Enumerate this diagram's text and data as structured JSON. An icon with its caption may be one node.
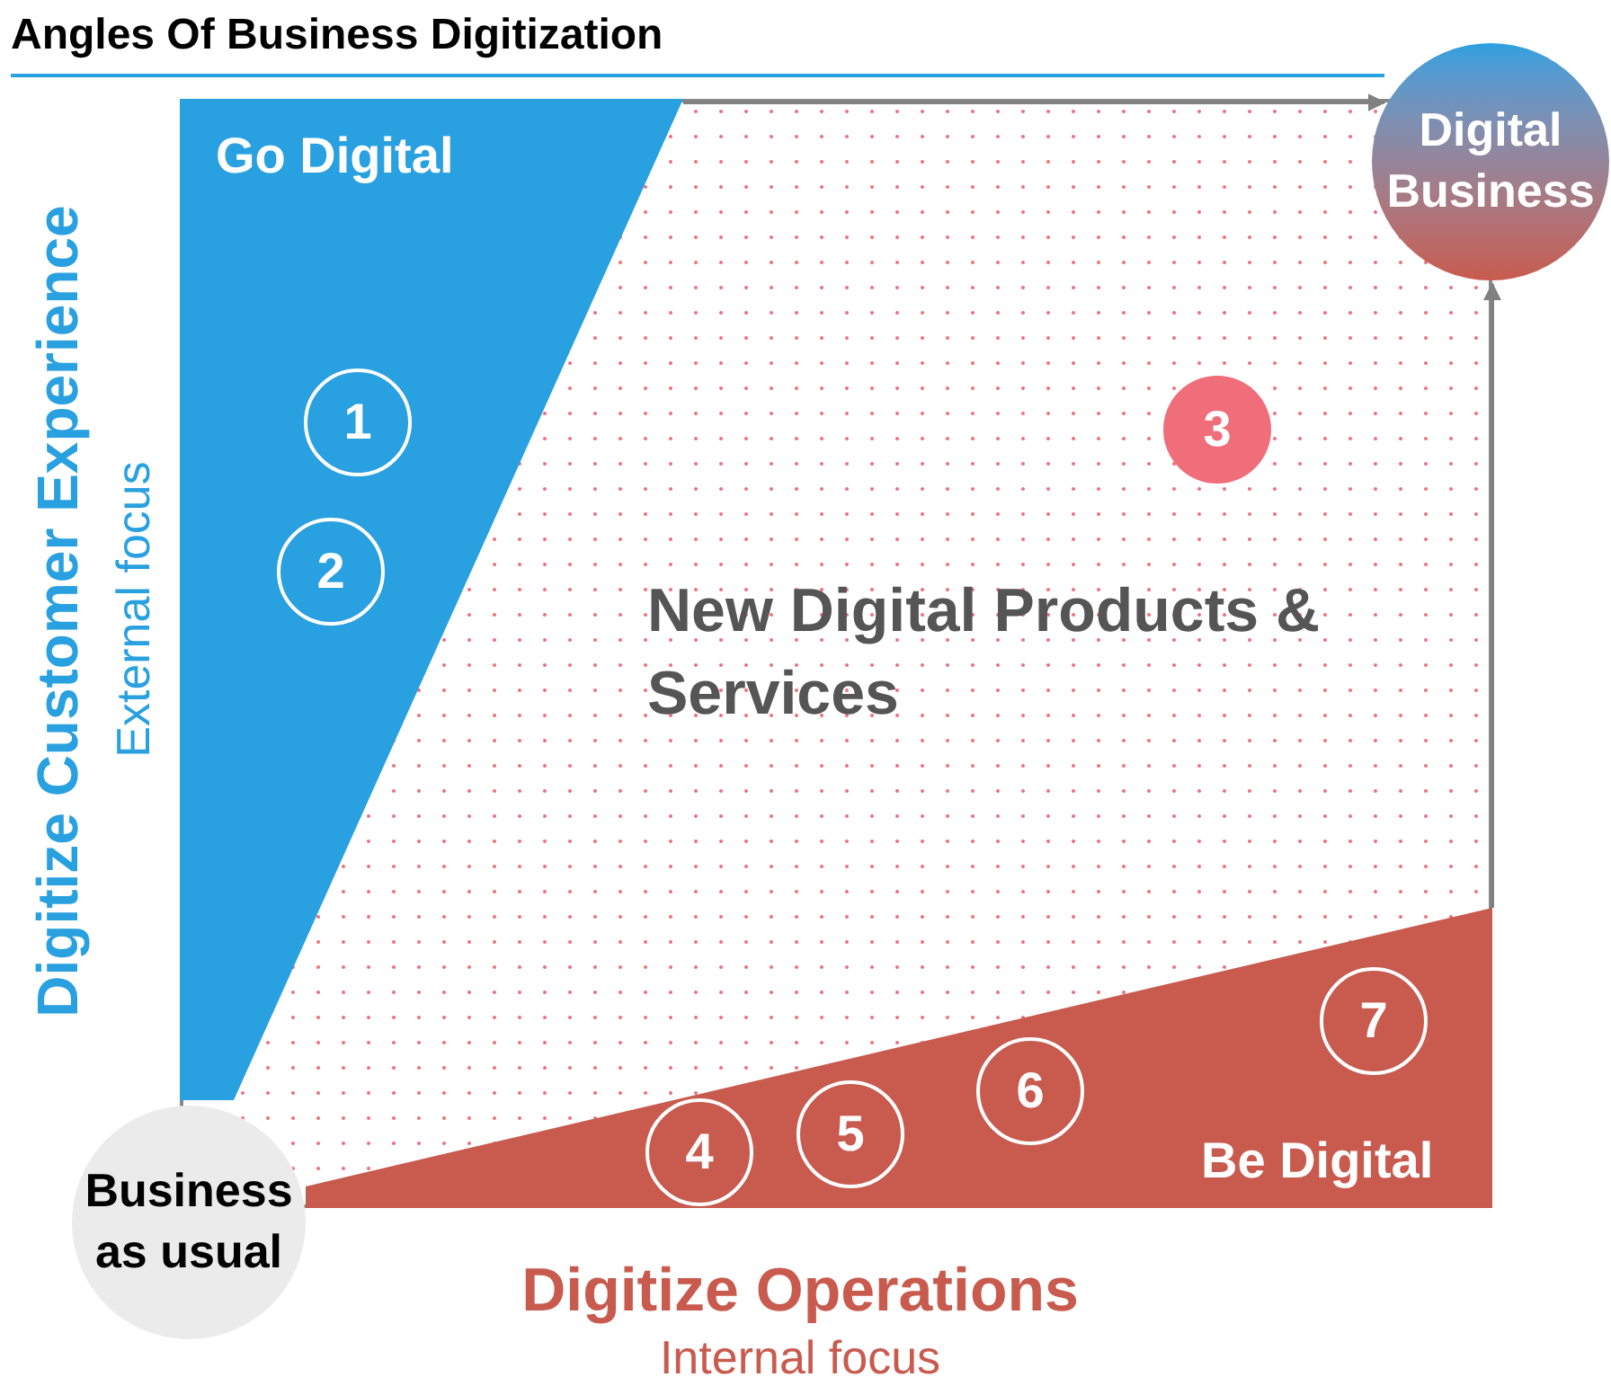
{
  "diagram": {
    "title": "Angles Of Business Digitization",
    "nodes": [
      {
        "text": [
          "Digital Business"
        ]
      },
      {
        "text": [
          "New Digital Products & Services"
        ]
      },
      {
        "text": [
          "Go Digital"
        ],
        "in": 1
      },
      {
        "text": [
          "1"
        ],
        "in": 2
      },
      {
        "text": [
          "2"
        ],
        "in": 2
      },
      {
        "text": [
          "3"
        ],
        "in": 1
      },
      {
        "text": [
          "Be Digital"
        ],
        "in": 1
      },
      {
        "text": [
          "4"
        ],
        "in": 6
      },
      {
        "text": [
          "5"
        ],
        "in": 6
      },
      {
        "text": [
          "6"
        ],
        "in": 6
      },
      {
        "text": [
          "7"
        ],
        "in": 6
      },
      {
        "text": [
          "Business as usual"
        ]
      }
    ],
    "edges": [
      {
        "from": 2,
        "to": 0,
        "arrow": "to"
      },
      {
        "from": 6,
        "to": 0,
        "arrow": "to"
      }
    ],
    "labels": [
      "Digitize Customer Experience",
      "External focus",
      "Digitize Operations",
      "Internal focus"
    ]
  }
}
